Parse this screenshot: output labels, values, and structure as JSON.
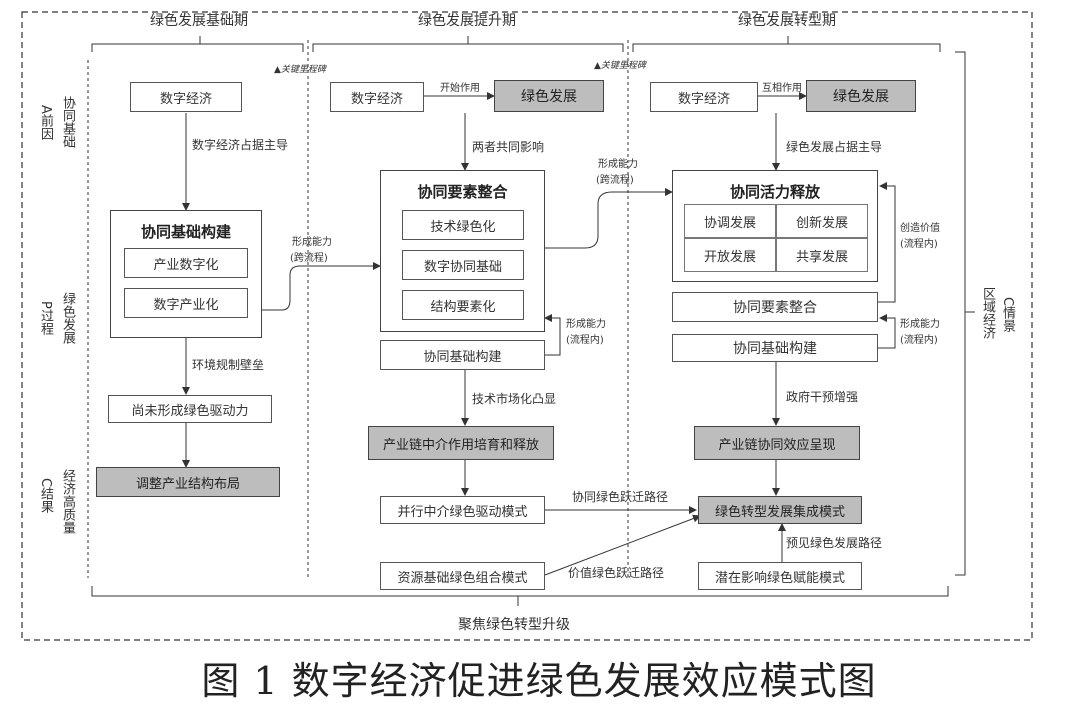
{
  "phases": {
    "phase1": "绿色发展基础期",
    "phase2": "绿色发展提升期",
    "phase3": "绿色发展转型期"
  },
  "milestone": "关键里程碑",
  "left_labels": {
    "a_line1": "协",
    "a_line2": "同",
    "a_line3": "基",
    "a_line4": "础",
    "a_text": "A前因",
    "a_col2": "协同基础",
    "p_text": "P过程",
    "p_col2": "绿色发展",
    "c_text": "C结果",
    "c_col2": "经济高质量"
  },
  "right_label": {
    "c_main": "C情景",
    "c_sub": "区域经济"
  },
  "bottom_label": "聚焦绿色转型升级",
  "caption": "图 1  数字经济促进绿色发展效应模式图",
  "col1": {
    "digital_economy": "数字经济",
    "dominates": "数字经济占据主导",
    "foundation_title": "协同基础构建",
    "industry_digital": "产业数字化",
    "digital_industry": "数字产业化",
    "env_reg": "环境规制壁垒",
    "not_formed": "尚未形成绿色驱动力",
    "adjust": "调整产业结构布局"
  },
  "col2": {
    "digital_economy": "数字经济",
    "start_effect": "开始作用",
    "green_dev": "绿色发展",
    "joint_influence": "两者共同影响",
    "integration_title": "协同要素整合",
    "tech_green": "技术绿色化",
    "digital_coop": "数字协同基础",
    "struct_elem": "结构要素化",
    "foundation": "协同基础构建",
    "market": "技术市场化凸显",
    "chain_mediation": "产业链中介作用培育和释放",
    "parallel_mode": "并行中介绿色驱动模式",
    "resource_mode": "资源基础绿色组合模式"
  },
  "col3": {
    "digital_economy": "数字经济",
    "mutual": "互相作用",
    "green_dev": "绿色发展",
    "green_dominates": "绿色发展占据主导",
    "release_title": "协同活力释放",
    "coord": "协调发展",
    "innov": "创新发展",
    "open": "开放发展",
    "share": "共享发展",
    "integration": "协同要素整合",
    "foundation": "协同基础构建",
    "gov": "政府干预增强",
    "chain_effect": "产业链协同效应呈现",
    "transform_mode": "绿色转型发展集成模式",
    "latent_mode": "潜在影响绿色赋能模式"
  },
  "connectors": {
    "cap_cross_1a": "形成能力",
    "cap_cross_1b": "(跨流程)",
    "cap_cross_2a": "形成能力",
    "cap_cross_2b": "(跨流程)",
    "cap_in_2a": "形成能力",
    "cap_in_2b": "(流程内)",
    "cap_in_3a": "形成能力",
    "cap_in_3b": "(流程内)",
    "value_a": "创造价值",
    "value_b": "(流程内)",
    "path_coop": "协同绿色跃迁路径",
    "path_value": "价值绿色跃迁路径",
    "path_foresee": "预见绿色发展路径"
  }
}
